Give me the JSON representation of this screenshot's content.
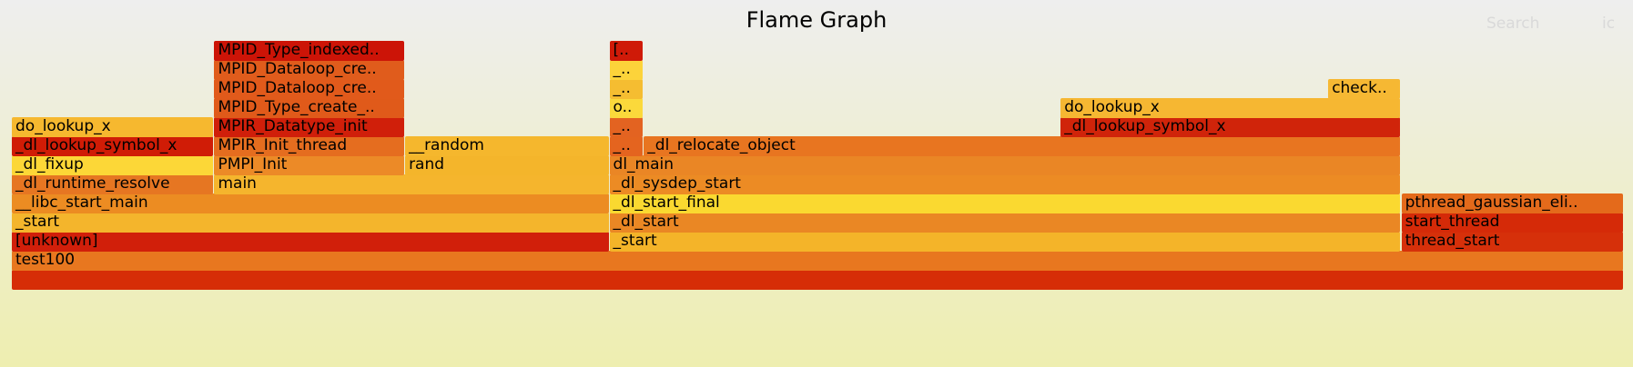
{
  "title": "Flame Graph",
  "controls": {
    "search_label": "Search",
    "ic_label": "ic"
  },
  "chart_data": {
    "type": "flamegraph",
    "title": "Flame Graph",
    "total_samples": 1783,
    "frames": [
      {
        "name": "",
        "depth": 0,
        "start": 0,
        "width": 1783,
        "color": "#d62d07"
      },
      {
        "name": "test100",
        "depth": 1,
        "start": 0,
        "width": 1783,
        "color": "#e8771f"
      },
      {
        "name": "[unknown]",
        "depth": 2,
        "start": 0,
        "width": 661,
        "color": "#d11f0a"
      },
      {
        "name": "_start",
        "depth": 2,
        "start": 661,
        "width": 875,
        "color": "#f4b429"
      },
      {
        "name": "thread_start",
        "depth": 2,
        "start": 1537,
        "width": 246,
        "color": "#d6300a"
      },
      {
        "name": "_start",
        "depth": 3,
        "start": 0,
        "width": 661,
        "color": "#f4b52c"
      },
      {
        "name": "_dl_start",
        "depth": 3,
        "start": 661,
        "width": 875,
        "color": "#ea8724"
      },
      {
        "name": "start_thread",
        "depth": 3,
        "start": 1537,
        "width": 246,
        "color": "#d52a08"
      },
      {
        "name": "__libc_start_main",
        "depth": 4,
        "start": 0,
        "width": 661,
        "color": "#ec8c22"
      },
      {
        "name": "_dl_start_final",
        "depth": 4,
        "start": 661,
        "width": 875,
        "color": "#fad930"
      },
      {
        "name": "pthread_gaussian_eli..",
        "depth": 4,
        "start": 1537,
        "width": 246,
        "color": "#e46a1b"
      },
      {
        "name": "_dl_runtime_resolve",
        "depth": 5,
        "start": 0,
        "width": 224,
        "color": "#e67622"
      },
      {
        "name": "main",
        "depth": 5,
        "start": 224,
        "width": 437,
        "color": "#f5b52d"
      },
      {
        "name": "_dl_sysdep_start",
        "depth": 5,
        "start": 661,
        "width": 875,
        "color": "#ec8b24"
      },
      {
        "name": "_dl_fixup",
        "depth": 6,
        "start": 0,
        "width": 224,
        "color": "#fcd737"
      },
      {
        "name": "PMPI_Init",
        "depth": 6,
        "start": 224,
        "width": 211,
        "color": "#ec8a27"
      },
      {
        "name": "rand",
        "depth": 6,
        "start": 435,
        "width": 226,
        "color": "#f4b52b"
      },
      {
        "name": "dl_main",
        "depth": 6,
        "start": 661,
        "width": 875,
        "color": "#ea8625"
      },
      {
        "name": "_dl_lookup_symbol_x",
        "depth": 7,
        "start": 0,
        "width": 224,
        "color": "#d01c06"
      },
      {
        "name": "MPIR_Init_thread",
        "depth": 7,
        "start": 224,
        "width": 211,
        "color": "#e56d1f"
      },
      {
        "name": "__random",
        "depth": 7,
        "start": 435,
        "width": 226,
        "color": "#f5b72d"
      },
      {
        "name": "_..",
        "depth": 7,
        "start": 661,
        "width": 38,
        "color": "#e4641f"
      },
      {
        "name": "_dl_relocate_object",
        "depth": 7,
        "start": 699,
        "width": 837,
        "color": "#e87520"
      },
      {
        "name": "do_lookup_x",
        "depth": 8,
        "start": 0,
        "width": 224,
        "color": "#f6b82f"
      },
      {
        "name": "MPIR_Datatype_init",
        "depth": 8,
        "start": 224,
        "width": 211,
        "color": "#d01f0a"
      },
      {
        "name": "_..",
        "depth": 8,
        "start": 661,
        "width": 38,
        "color": "#e36321"
      },
      {
        "name": "_dl_lookup_symbol_x",
        "depth": 8,
        "start": 1160,
        "width": 376,
        "color": "#d0240a"
      },
      {
        "name": "MPID_Type_create_..",
        "depth": 9,
        "start": 224,
        "width": 211,
        "color": "#e05a1a"
      },
      {
        "name": "o..",
        "depth": 9,
        "start": 661,
        "width": 38,
        "color": "#fbd93b"
      },
      {
        "name": "do_lookup_x",
        "depth": 9,
        "start": 1160,
        "width": 376,
        "color": "#f6b732"
      },
      {
        "name": "MPID_Dataloop_cre..",
        "depth": 10,
        "start": 224,
        "width": 211,
        "color": "#e15a1b"
      },
      {
        "name": "_..",
        "depth": 10,
        "start": 661,
        "width": 38,
        "color": "#f5bd31"
      },
      {
        "name": "check..",
        "depth": 10,
        "start": 1456,
        "width": 80,
        "color": "#f6b833"
      },
      {
        "name": "MPID_Dataloop_cre..",
        "depth": 11,
        "start": 224,
        "width": 211,
        "color": "#e05c1c"
      },
      {
        "name": "_..",
        "depth": 11,
        "start": 661,
        "width": 38,
        "color": "#fcd33a"
      },
      {
        "name": "MPID_Type_indexed..",
        "depth": 12,
        "start": 224,
        "width": 211,
        "color": "#cc1407"
      },
      {
        "name": "[..",
        "depth": 12,
        "start": 661,
        "width": 38,
        "color": "#cf1a08"
      }
    ]
  }
}
